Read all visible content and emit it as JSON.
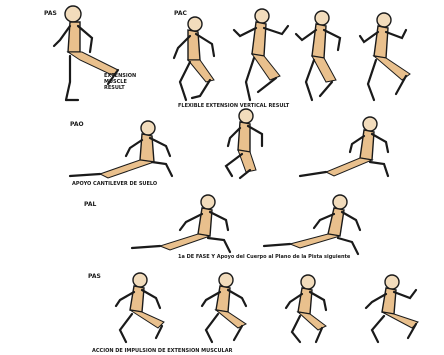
{
  "colors": {
    "figure_fill": "#e9c08d",
    "outline": "#1a1a1a",
    "background": "#ffffff"
  },
  "rows": [
    {
      "tag_left": "PAS",
      "tag_right": "PAC",
      "label_side": "EXTENSION\nMUSCLE\nRESULT",
      "caption": "FLEXIBLE EXTENSION VERTICAL RESULT"
    },
    {
      "tag_left": "PAO",
      "caption": "APOYO CANTILEVER DE SUELO"
    },
    {
      "tag_left": "PAL",
      "caption": "1a DE FASE Y Apoyo del Cuerpo al Plano de la Pista siguiente"
    },
    {
      "tag_left": "PAS",
      "caption": "ACCION DE IMPULSION DE EXTENSION MUSCULAR"
    }
  ]
}
